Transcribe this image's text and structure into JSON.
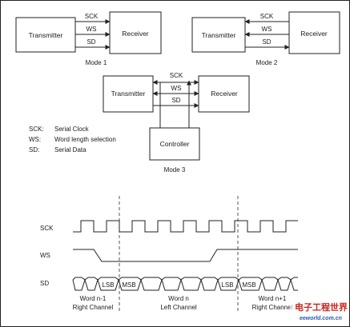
{
  "modes": {
    "mode1": {
      "transmitter": "Transmitter",
      "receiver": "Receiver",
      "signals": [
        "SCK",
        "WS",
        "SD"
      ],
      "caption": "Mode 1"
    },
    "mode2": {
      "transmitter": "Transmitter",
      "receiver": "Receiver",
      "signals": [
        "SCK",
        "WS",
        "SD"
      ],
      "caption": "Mode 2"
    },
    "mode3": {
      "transmitter": "Transmitter",
      "receiver": "Receiver",
      "controller": "Controller",
      "signals": [
        "SCK",
        "WS",
        "SD"
      ],
      "caption": "Mode 3"
    }
  },
  "legend": [
    {
      "abbr": "SCK:",
      "desc": "Serial Clock"
    },
    {
      "abbr": "WS:",
      "desc": "Word length selection"
    },
    {
      "abbr": "SD:",
      "desc": "Serial Data"
    }
  ],
  "timing": {
    "signals": [
      "SCK",
      "WS",
      "SD"
    ],
    "data_labels": [
      "LSB",
      "MSB",
      "LSB",
      "MSB"
    ],
    "words": [
      {
        "word": "Word n-1",
        "channel": "Right Channel"
      },
      {
        "word": "Word n",
        "channel": "Left Channel"
      },
      {
        "word": "Word n+1",
        "channel": "Right Channel"
      }
    ]
  },
  "watermark": {
    "cn": "电子工程世界",
    "en": "eeworld.com.cn"
  },
  "colors": {
    "line": "#222222",
    "dash": "#555555",
    "border": "#222222"
  }
}
